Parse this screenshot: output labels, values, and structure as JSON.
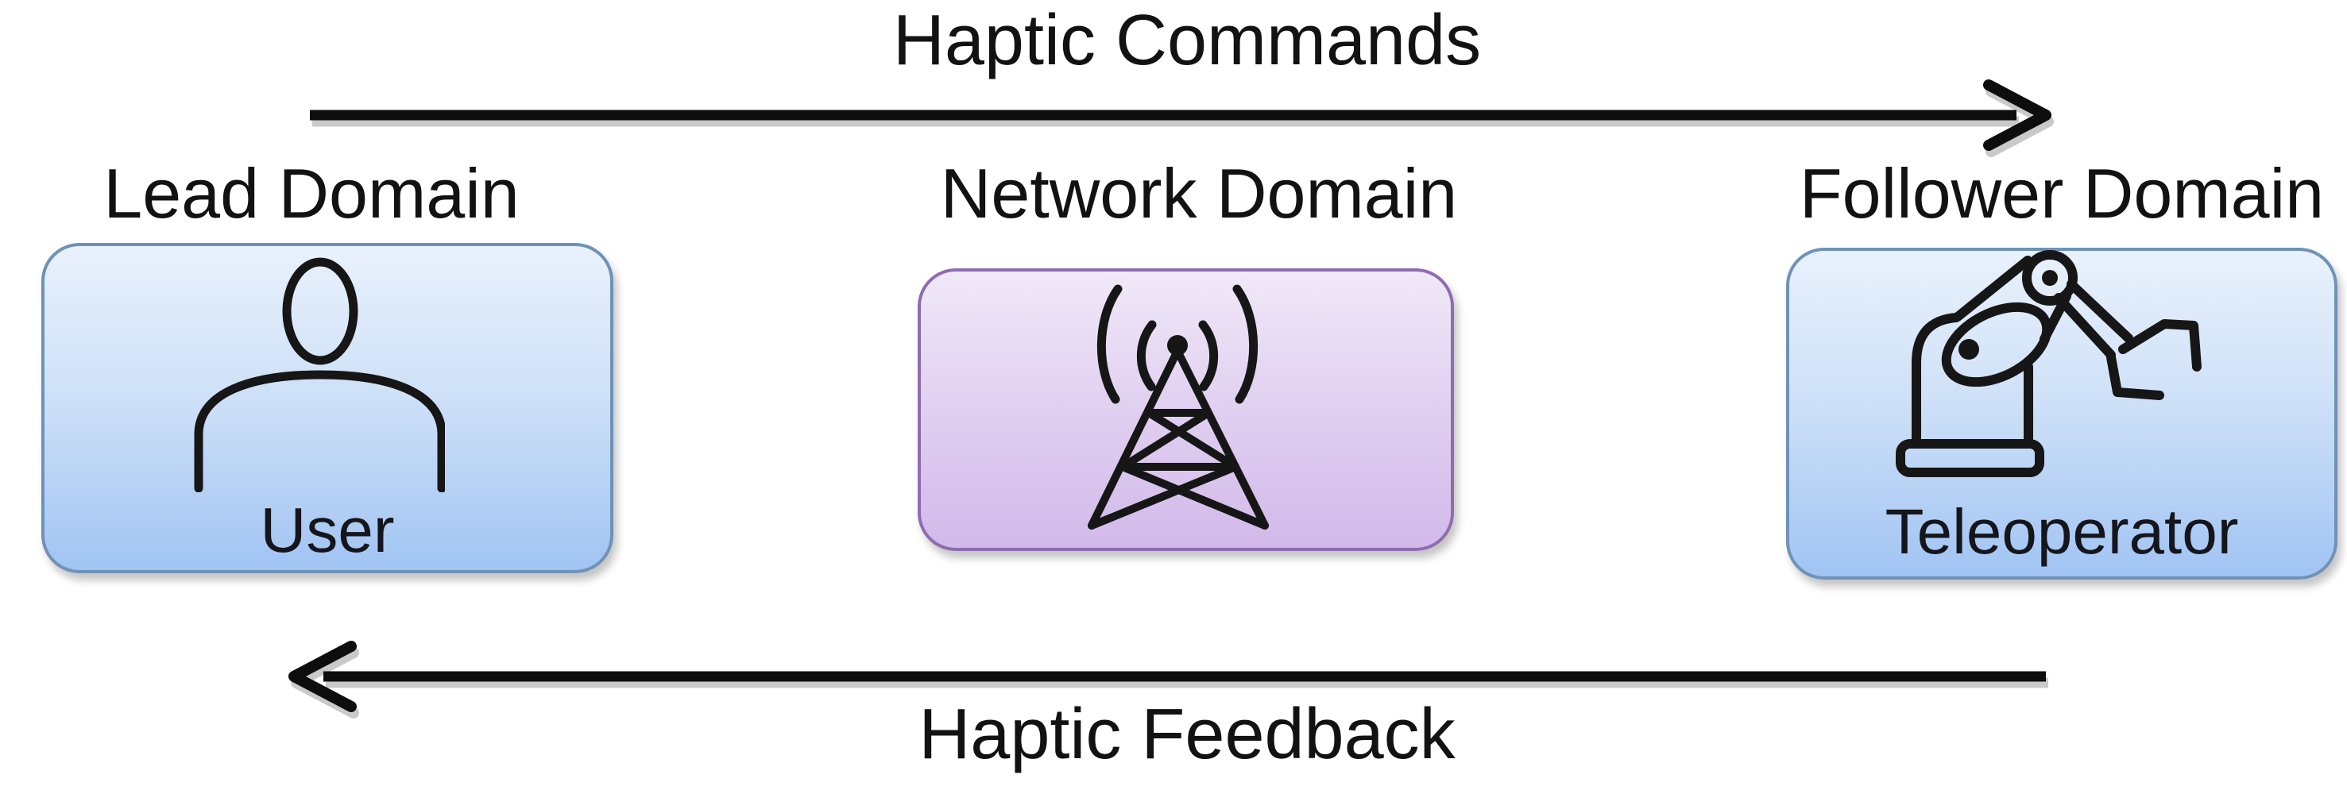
{
  "figure": {
    "arrows": [
      {
        "label": "Haptic Commands",
        "direction": "right",
        "from": "Lead Domain",
        "to": "Follower Domain"
      },
      {
        "label": "Haptic Feedback",
        "direction": "left",
        "from": "Follower Domain",
        "to": "Lead Domain"
      }
    ],
    "domains": [
      {
        "title": "Lead Domain",
        "node_label": "User",
        "icon": "user-icon",
        "fill_top": "#e9f1fc",
        "fill_bottom": "#a1c4f3",
        "border_color": "#6e92b8"
      },
      {
        "title": "Network Domain",
        "node_label": "",
        "icon": "radio-tower-icon",
        "fill_top": "#f0e9f8",
        "fill_bottom": "#d2b9ea",
        "border_color": "#8e6cb0"
      },
      {
        "title": "Follower Domain",
        "node_label": "Teleoperator",
        "icon": "robot-arm-icon",
        "fill_top": "#e9f1fc",
        "fill_bottom": "#a1c4f3",
        "border_color": "#6e92b8"
      }
    ],
    "colors": {
      "background": "#ffffff",
      "text": "#111111",
      "arrow": "#0d0d0d",
      "line_art": "#161616"
    }
  }
}
